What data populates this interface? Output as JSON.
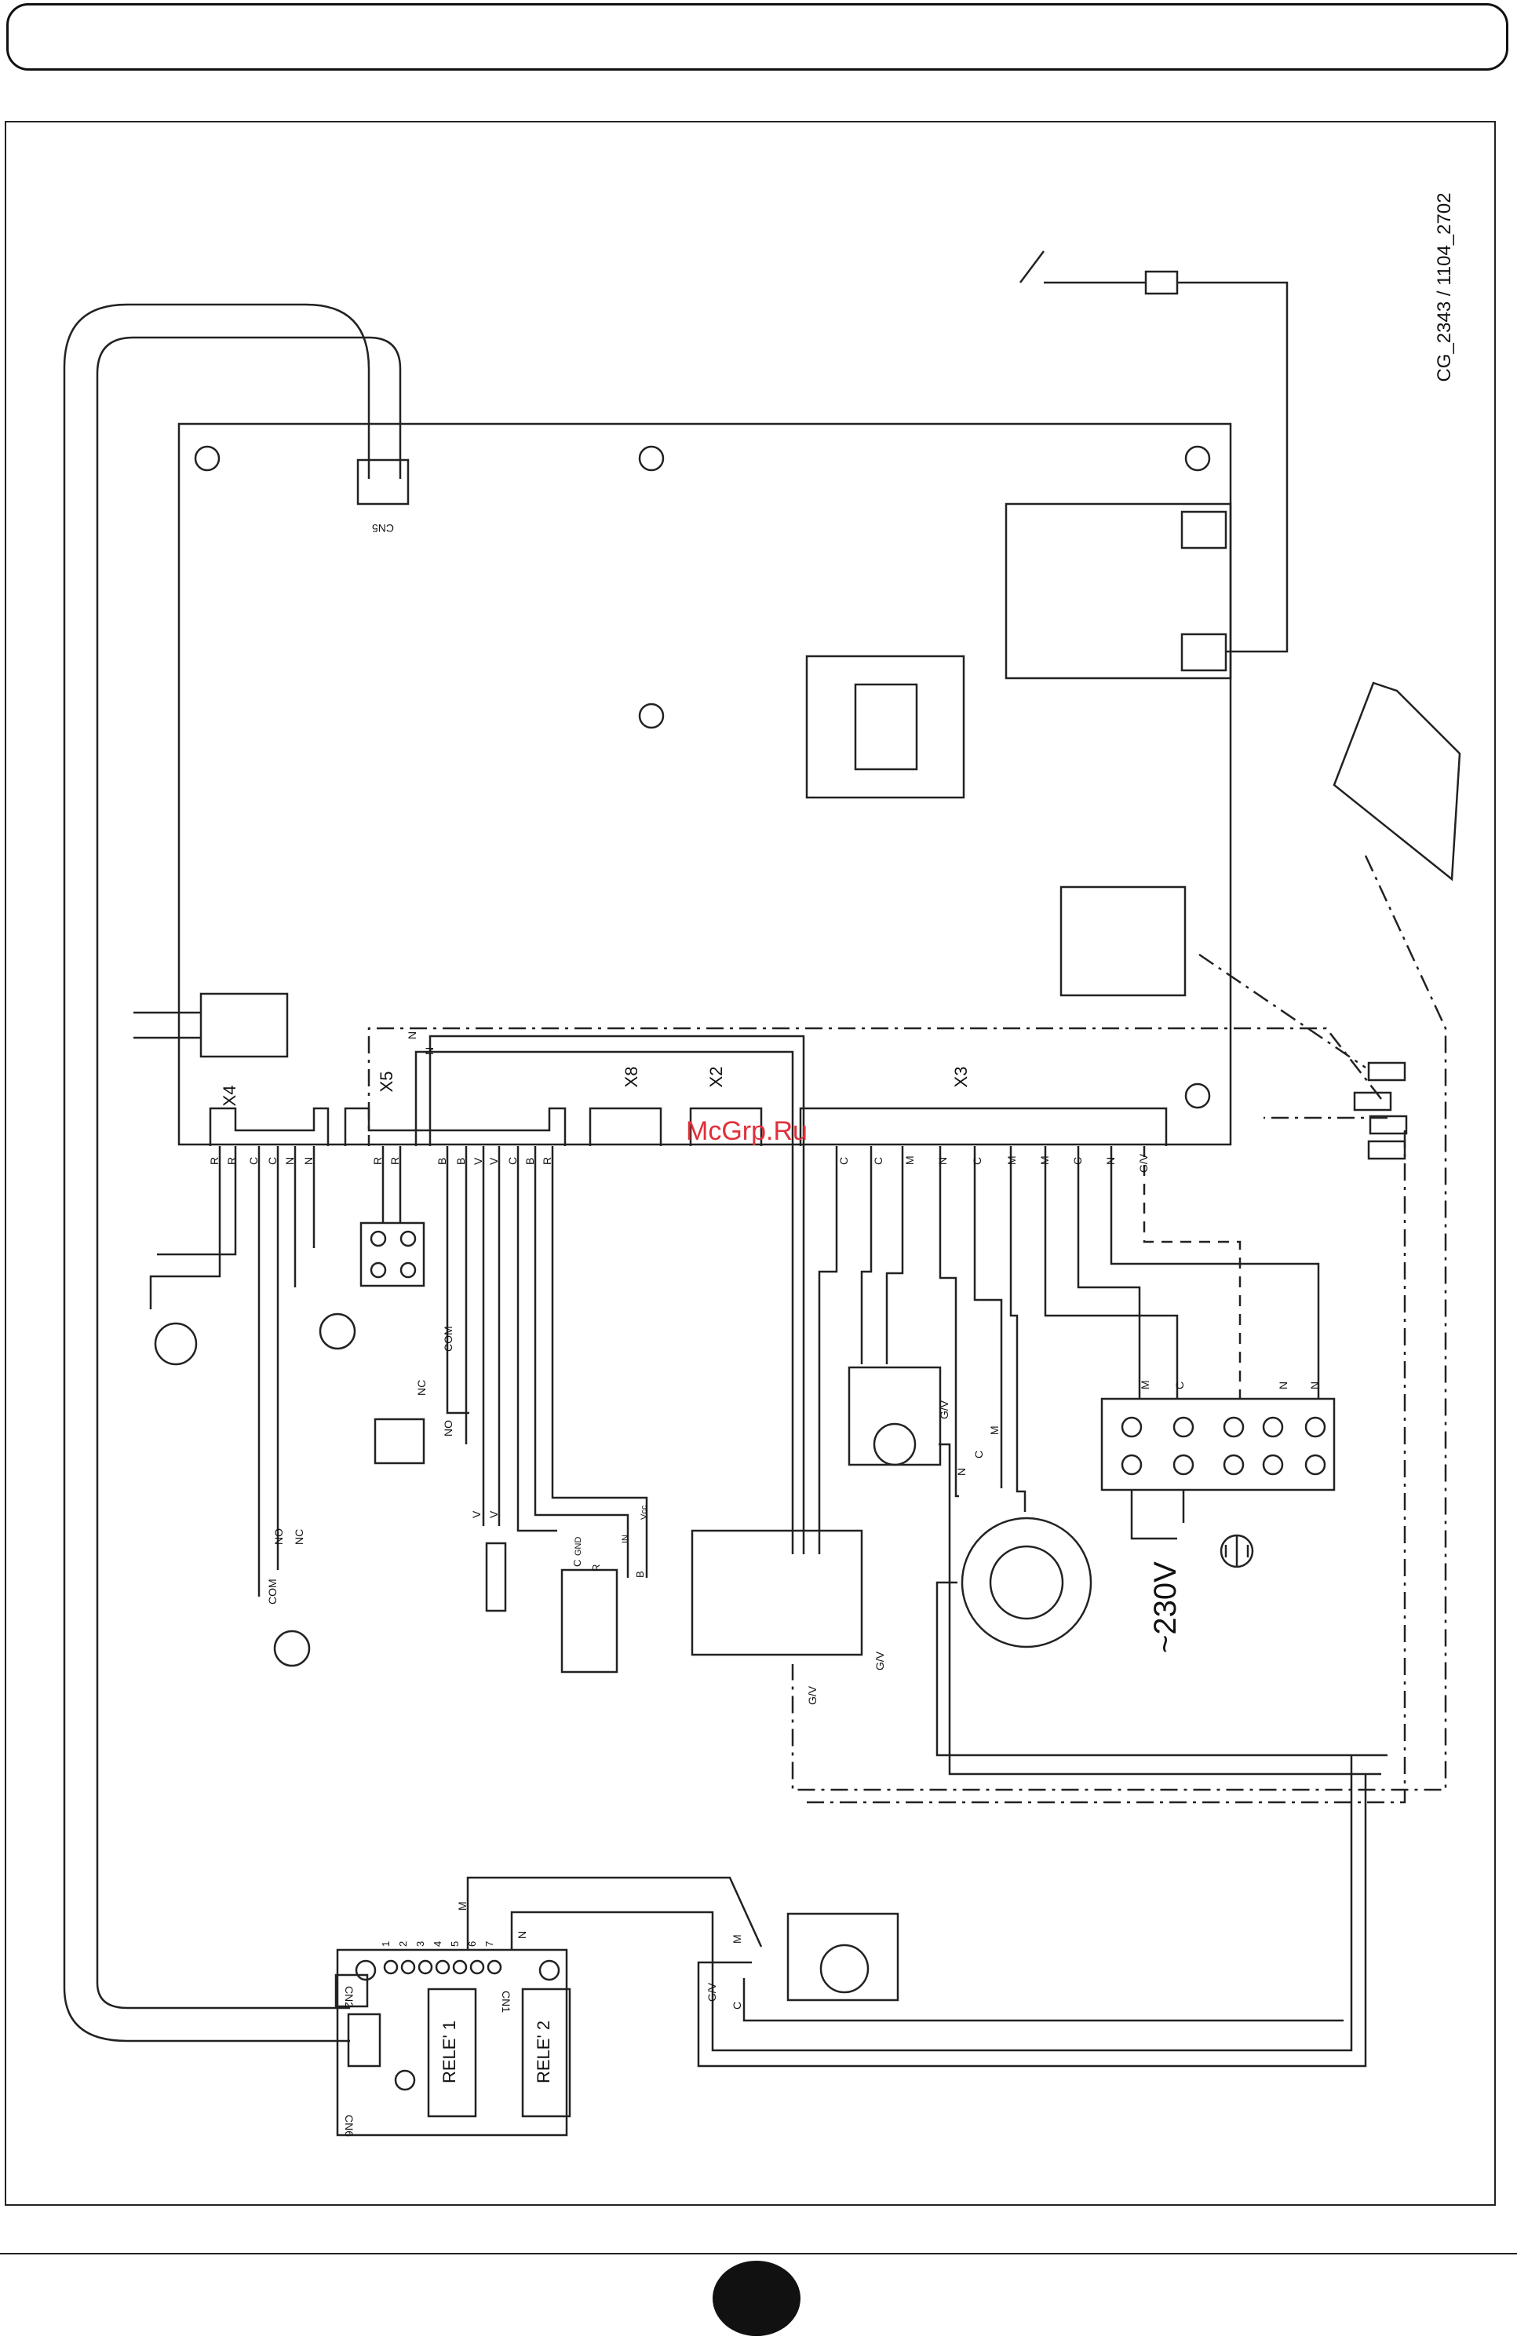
{
  "document": {
    "code": "CG_2343 / 1104_2702",
    "watermark": "McGrp.Ru"
  },
  "board": {
    "connectors": {
      "cn5": "CN5",
      "x4": "X4",
      "x5": "X5",
      "x8": "X8",
      "x2": "X2",
      "x3": "X3"
    },
    "x4_pins": [
      "R",
      "R",
      "C",
      "C",
      "N",
      "N"
    ],
    "x5_pins": [
      "R",
      "R",
      "N",
      "N"
    ],
    "x5_lower_pins": [
      "B",
      "B",
      "V",
      "V",
      "C",
      "B",
      "R"
    ],
    "x3_pins": [
      "C",
      "C",
      "M",
      "N",
      "C",
      "M",
      "M",
      "C",
      "N",
      "G/V"
    ]
  },
  "components": {
    "switch_upper": {
      "com": "COM",
      "nc": "NC",
      "no": "NO"
    },
    "switch_lower": {
      "no": "NO",
      "nc": "NC",
      "com": "COM"
    },
    "sensor_wires": {
      "v1": "V",
      "v2": "V"
    },
    "flow_sensor": {
      "c": "C",
      "gnd": "GND",
      "in": "IN",
      "r": "R",
      "b": "B",
      "vcc": "Vcc"
    },
    "gas_valve": {
      "gv1": "G/V",
      "gv2": "G/V"
    },
    "pump": {
      "gv": "G/V",
      "n": "N",
      "c": "C",
      "m": "M"
    },
    "terminal_block": {
      "m": "M",
      "c": "C",
      "n1": "N",
      "n2": "N"
    },
    "mains": "~230V"
  },
  "relay_board": {
    "cn6": "CN6",
    "cn2": "CN2",
    "cn1": "CN1",
    "rele1": "RELE' 1",
    "rele2": "RELE' 2",
    "pins": [
      "1",
      "2",
      "3",
      "4",
      "5",
      "6",
      "7"
    ],
    "wire_m": "M",
    "wire_n": "N"
  },
  "diverter": {
    "m": "M",
    "gv": "G/V",
    "c": "C"
  }
}
